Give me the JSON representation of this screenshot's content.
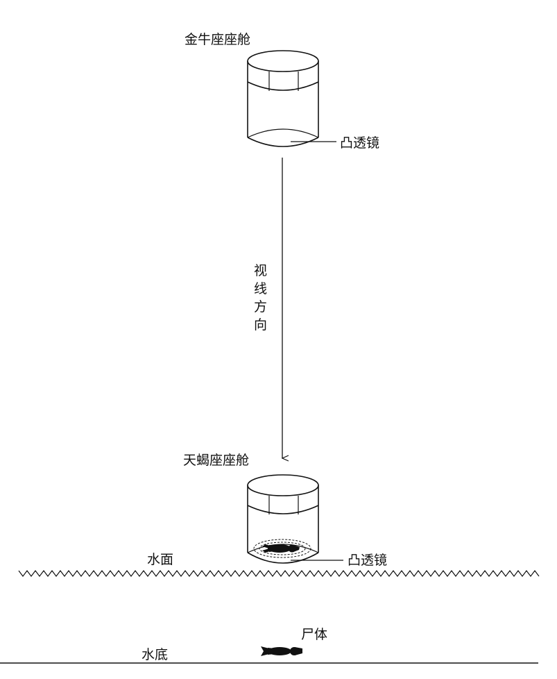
{
  "labels": {
    "taurus_cabin": "金牛座座舱",
    "convex_lens_top": "凸透镜",
    "sight_direction": [
      "视",
      "线",
      "方",
      "向"
    ],
    "scorpio_cabin": "天蝎座座舱",
    "convex_lens_bottom": "凸透镜",
    "water_surface": "水面",
    "corpse": "尸体",
    "water_bottom": "水底"
  },
  "colors": {
    "line": "#111111",
    "background": "#ffffff"
  }
}
